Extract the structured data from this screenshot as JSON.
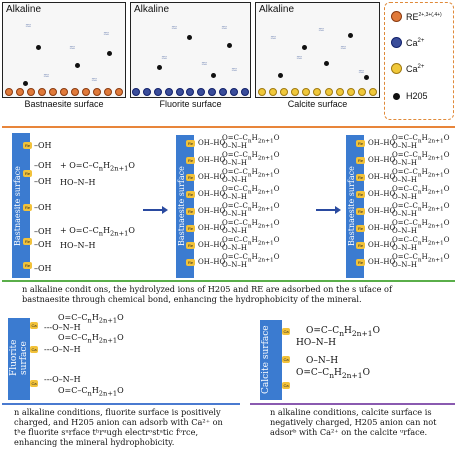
{
  "top_panels": [
    {
      "title": "Alkaline",
      "surface_label": "Bastnaesite surface"
    },
    {
      "title": "Alkaline",
      "surface_label": "Fluorite surface"
    },
    {
      "title": "Alkaline",
      "surface_label": "Calcite surface"
    }
  ],
  "legend": {
    "items": [
      {
        "label": "RE",
        "label_sup": "2+,3+(,4+)",
        "color": "#e07a3a"
      },
      {
        "label": "Ca",
        "label_sup": "2+",
        "color": "#3a4d9a"
      },
      {
        "label": "Ca",
        "label_sup": "2+",
        "color": "#f0c83a"
      },
      {
        "label": "H205",
        "color": "#111111"
      }
    ]
  },
  "bastnaesite_section": {
    "surface_label": "Bastnaesite surface",
    "site_label": "Re",
    "hydroxyl": "OH",
    "left_groups": {
      "top": {
        "line1": "O=C–C",
        "line1_sub": "n",
        "line1_tail": "H",
        "line1_sub2": "2n+1",
        "line1_end": "O",
        "line2": "HO–N–H"
      },
      "bottom": {
        "line1": "O=C–C",
        "line1_sub": "n",
        "line1_tail": "H",
        "line1_sub2": "2n+1",
        "line1_end": "O",
        "line2": "HO–N–H"
      }
    },
    "complex_top": "O=C–C",
    "complex_mid": "O–N–H",
    "complex_bond": "OH–HO",
    "complex_tail": "H",
    "complex_end": "O",
    "caption": "n alkaline condit ons, the hydrolyzed ions of H205 and RE are adsorbed on the s uface of bastnaesite through chemical bond, enhancing the hydrophobicity of the mineral."
  },
  "fluorite_section": {
    "surface_label": "Fluorite surface",
    "site_label": "Ca",
    "lines": [
      "O=C–C",
      "O–N–H",
      "O=C–C",
      "O–N–H",
      "O–N–H",
      "O=C–C"
    ],
    "caption": "n alkaline conditions, fluorite surface is positively charged, and H205 anion can adsorb with Ca²⁺ on tʰe fluorite sᵘrface tʰrᵘugh electrᵒstᵃtic fᵒrce, enhancing the mineral hydrophobicity."
  },
  "calcite_section": {
    "surface_label": "Calcite surface",
    "site_label": "Ca",
    "lines": [
      "O=C–C",
      "HO–N–H",
      "O–N–H",
      "O=C–C"
    ],
    "caption": "n alkaline conditions, calcite surface is negatively charged, H205 anion can not adsorᵇ with Ca²⁺ on the calcite ᵘrface."
  },
  "colors": {
    "orange_line": "#e8853a",
    "green_line": "#5aae4a",
    "blue_line": "#4a7ad0",
    "purple_line": "#8a5ab0",
    "surface_blue": "#3b7bd0",
    "arrow_blue": "#2a4aa0"
  }
}
